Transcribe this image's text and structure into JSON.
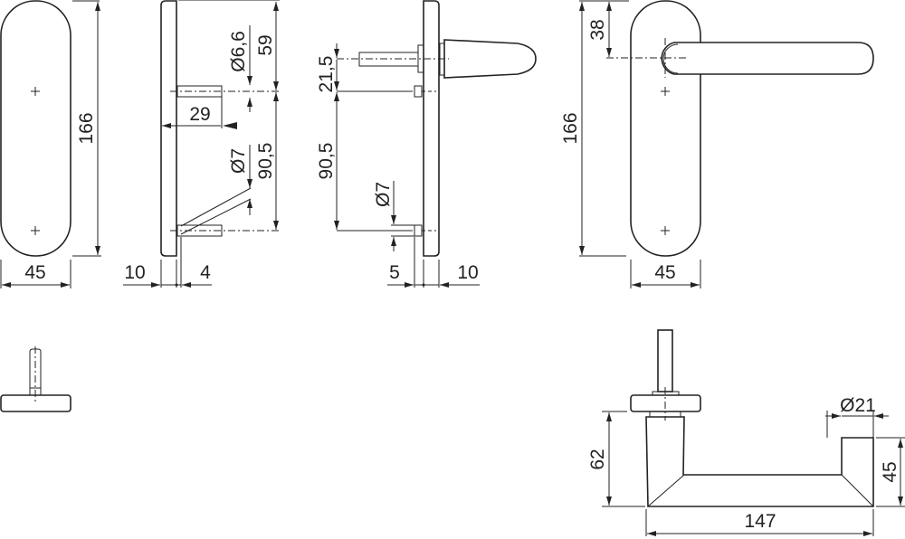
{
  "views": {
    "front_plate": {
      "height": "166",
      "width": "45"
    },
    "side_plate": {
      "pin_diameter_top": "Ø6,6",
      "top_to_spindle": "59",
      "pin_length": "29",
      "pin_diameter_bottom": "Ø7",
      "spindle_to_lower_hole": "90,5",
      "plate_thickness": "10",
      "offset": "4"
    },
    "side_handle": {
      "spindle_offset": "21,5",
      "hole_spacing": "90,5",
      "hole_diameter": "Ø7",
      "offset": "5",
      "plate_thickness": "10"
    },
    "front_handle": {
      "height": "166",
      "top_to_spindle": "38",
      "width": "45"
    },
    "lever_top": {
      "height": "62",
      "length": "147",
      "grip_diameter": "Ø21",
      "grip_height": "45"
    }
  }
}
